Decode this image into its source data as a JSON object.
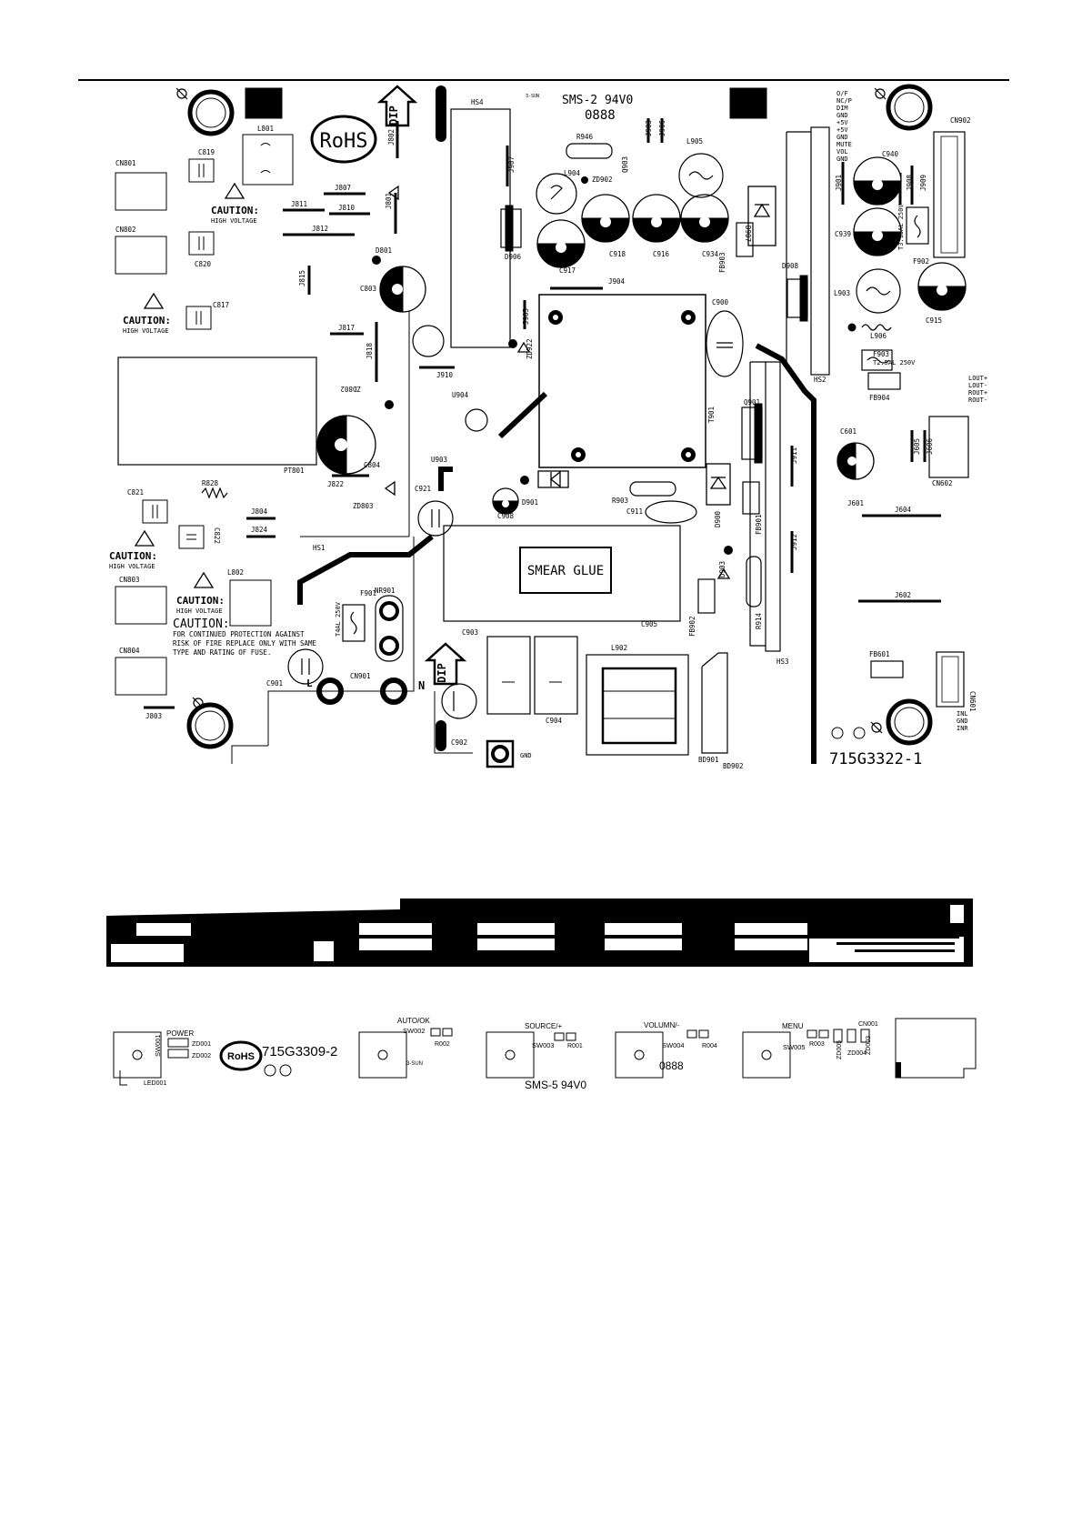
{
  "board1": {
    "part_number": "715G3322-1",
    "fab_marks": [
      "SMS-2 94V0",
      "0888"
    ],
    "smear_glue": "SMEAR GLUE",
    "rohs": "RoHS",
    "dip": "DIP",
    "caution": "CAUTION:",
    "high_voltage": "HIGH VOLTAGE",
    "fuse_note": [
      "CAUTION:",
      "FOR CONTINUED PROTECTION AGAINST",
      "RISK OF FIRE REPLACE ONLY WITH SAME",
      "TYPE AND RATING OF FUSE."
    ],
    "cn902_pins": [
      "O/F",
      "NC/P",
      "DIM",
      "GND",
      "+5V",
      "+5V",
      "GND",
      "MUTE",
      "VOL",
      "GND"
    ],
    "cn602_pins": [
      "LOUT+",
      "LOUT-",
      "ROUT+",
      "ROUT-"
    ],
    "cn601_pins": [
      "INL",
      "GND",
      "INR"
    ],
    "fuse_ratings": {
      "f901": "T4AL 250V",
      "f902": "T3.15AL 250V",
      "f903": "T2.5AL 250V"
    },
    "line_labels": {
      "l": "L",
      "n": "N",
      "gnd": "GND"
    },
    "refdes": [
      "CN801",
      "CN802",
      "CN803",
      "CN804",
      "L801",
      "L802",
      "C819",
      "C820",
      "C817",
      "C821",
      "C822",
      "R828",
      "J807",
      "J811",
      "J810",
      "J812",
      "J801",
      "J802",
      "J815",
      "J817",
      "J818",
      "J804",
      "J824",
      "J803",
      "J822",
      "D801",
      "C803",
      "C804",
      "ZD802",
      "ZD803",
      "PT801",
      "HS1",
      "HS4",
      "J910",
      "U904",
      "U903",
      "C921",
      "C901",
      "F901",
      "NR901",
      "CN901",
      "C902",
      "C903",
      "C904",
      "C905",
      "L902",
      "BD901",
      "BD902",
      "J907",
      "D906",
      "R946",
      "L904",
      "ZD902",
      "C917",
      "J904",
      "C918",
      "C916",
      "C934",
      "J903",
      "J906",
      "L905",
      "Q903",
      "D907",
      "FB903",
      "D908",
      "J905",
      "ZD922",
      "T901",
      "C900",
      "Q901",
      "D901",
      "C908",
      "R903",
      "C911",
      "D900",
      "FB901",
      "D903",
      "R914",
      "FB902",
      "J911",
      "J912",
      "HS3",
      "HS2",
      "CN902",
      "C940",
      "C939",
      "J901",
      "J908",
      "J909",
      "F902",
      "L903",
      "C915",
      "L906",
      "F903",
      "FB904",
      "C601",
      "J605",
      "J606",
      "CN602",
      "J601",
      "J604",
      "J602",
      "FB601",
      "CN601"
    ]
  },
  "board2": {
    "part_number": "715G3309-2",
    "rohs": "RoHS",
    "fab_marks": [
      "SMS-5 94V0",
      "0888"
    ],
    "buttons": [
      {
        "function": "POWER",
        "switch": "SW001"
      },
      {
        "function": "AUTO/OK",
        "switch": "SW002"
      },
      {
        "function": "SOURCE/+",
        "switch": "SW003"
      },
      {
        "function": "VOLUMN/-",
        "switch": "SW004"
      },
      {
        "function": "MENU",
        "switch": "SW005"
      }
    ],
    "refdes": [
      "ZD001",
      "ZD002",
      "LED001",
      "R002",
      "R001",
      "R004",
      "R003",
      "ZD005",
      "ZD004",
      "ZD003",
      "CN001"
    ]
  }
}
